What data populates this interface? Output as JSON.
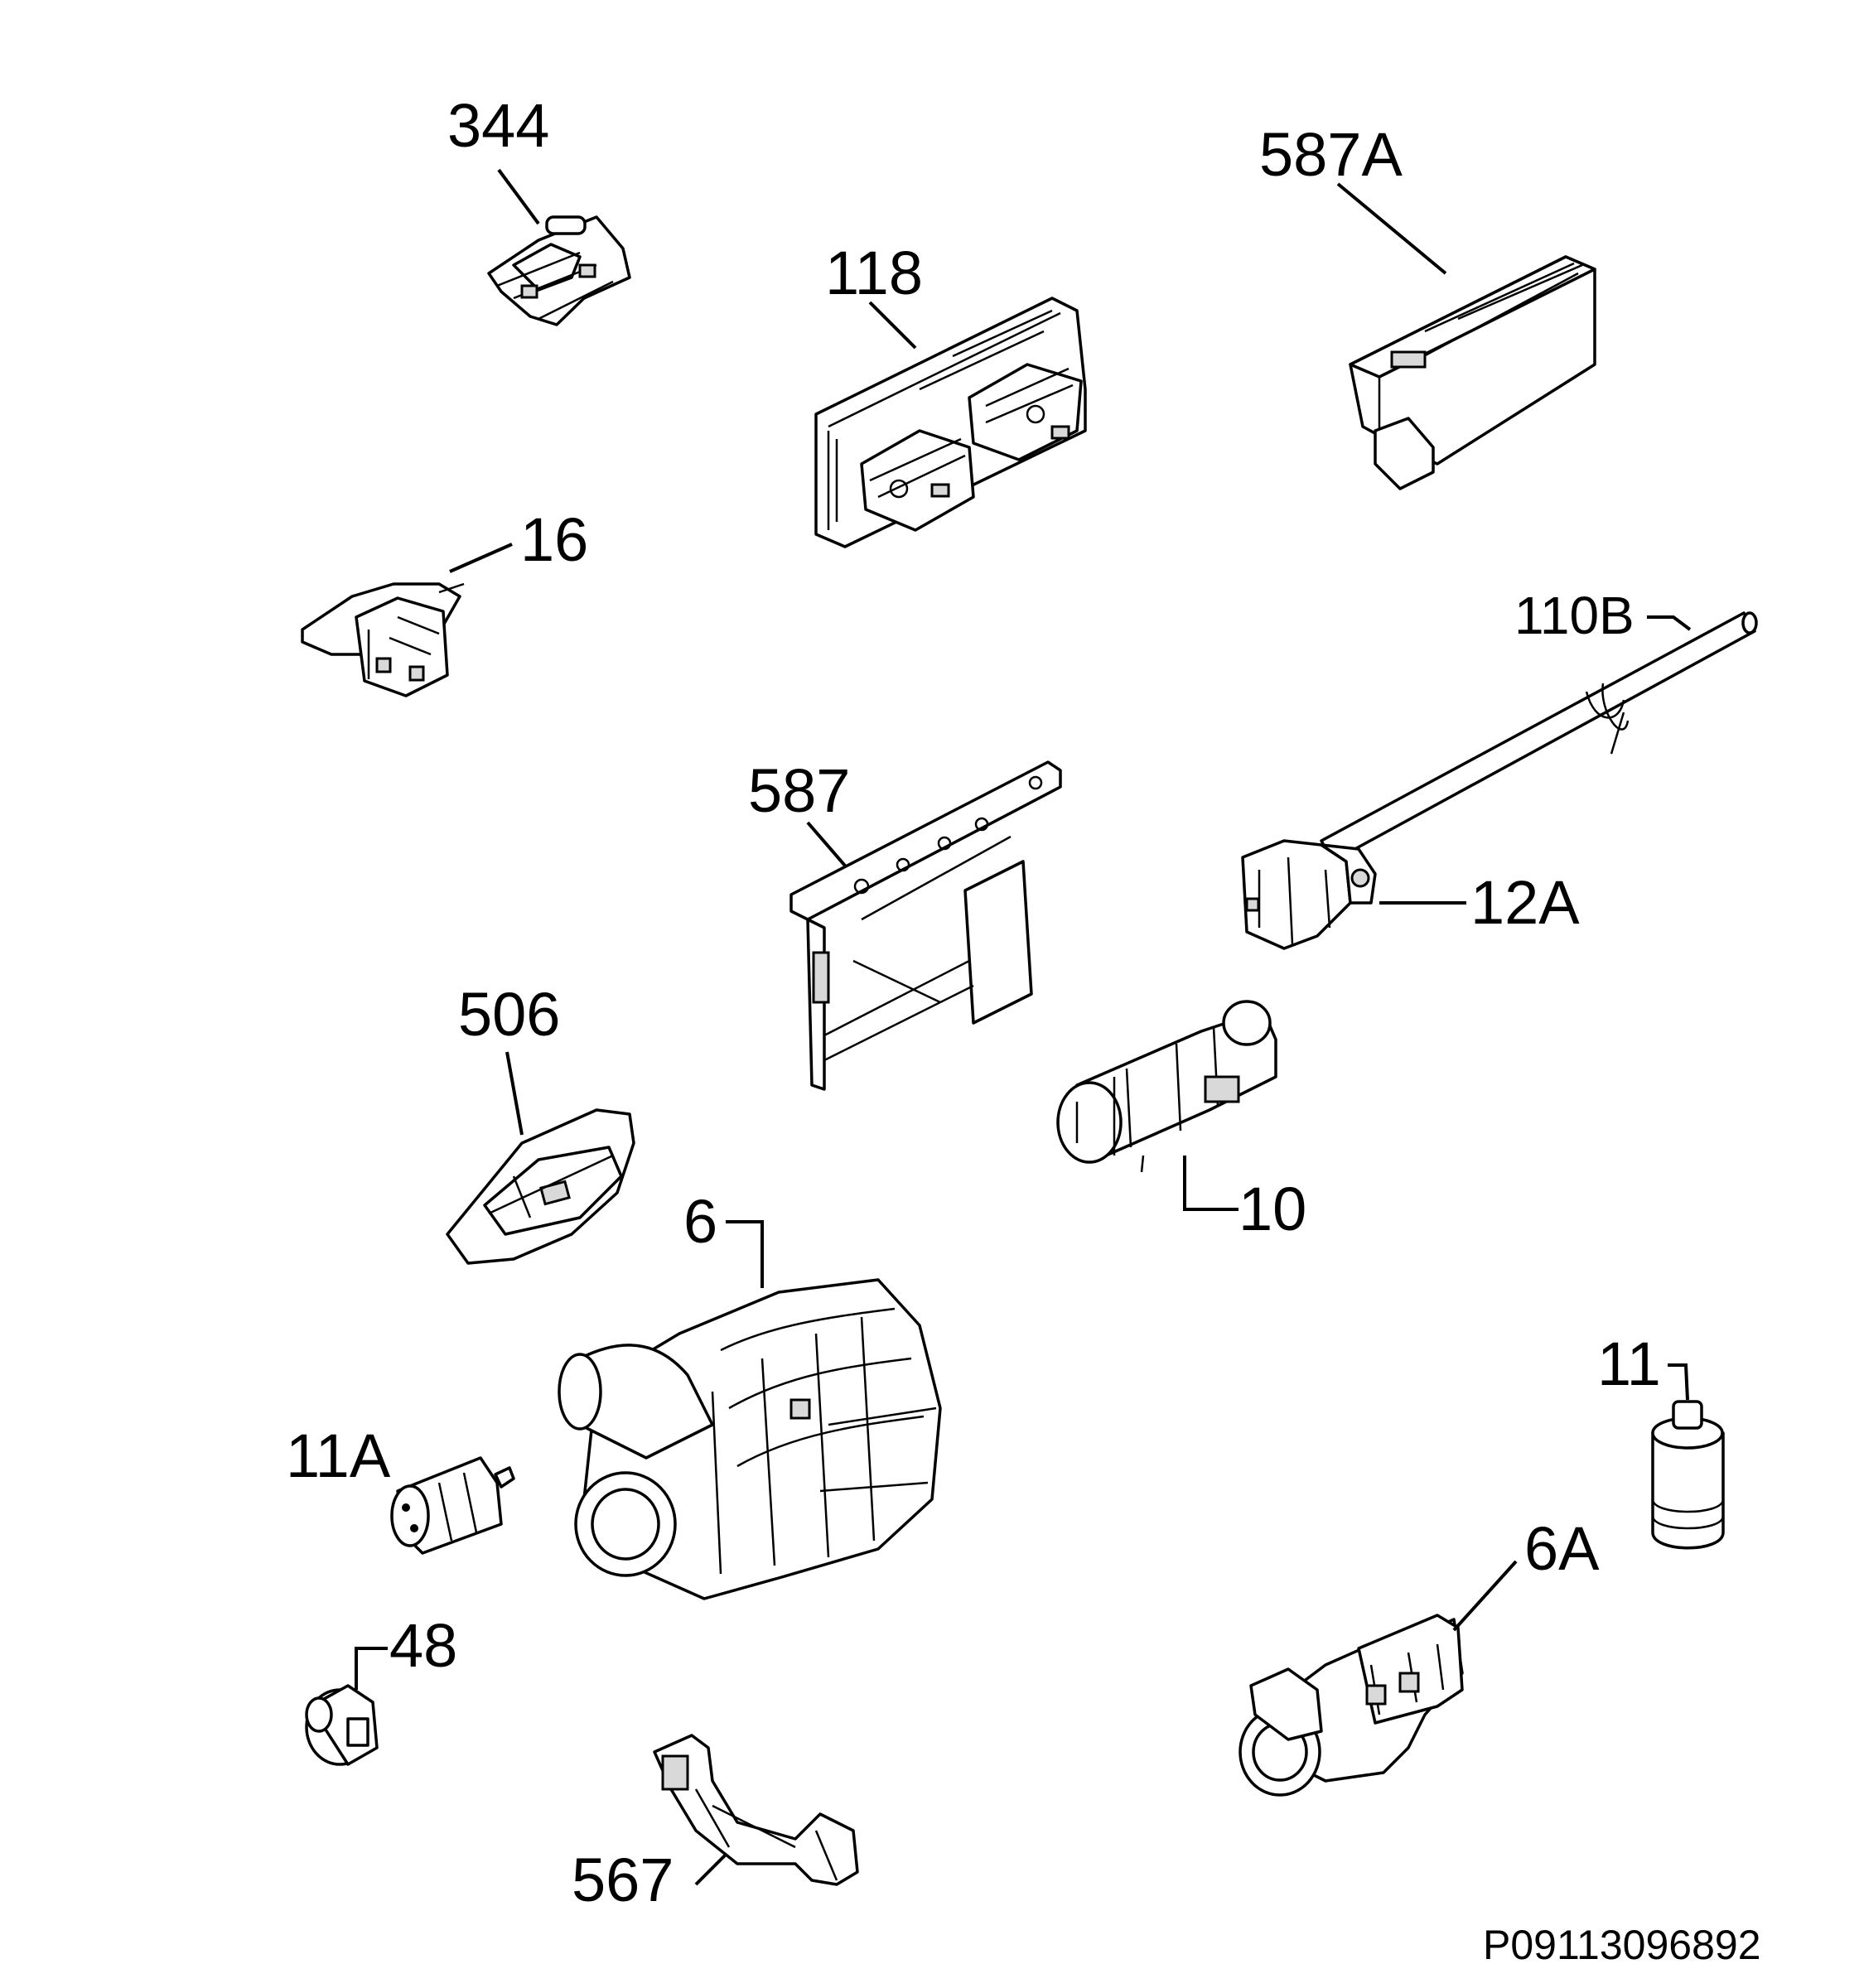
{
  "callouts": {
    "c344": "344",
    "c587A": "587A",
    "c118": "118",
    "c16": "16",
    "c110B": "110B",
    "c587": "587",
    "c12A": "12A",
    "c506": "506",
    "c10": "10",
    "c6": "6",
    "c11": "11",
    "c11A": "11A",
    "c6A": "6A",
    "c48": "48",
    "c567": "567"
  },
  "diagram_code": "P09113096892"
}
